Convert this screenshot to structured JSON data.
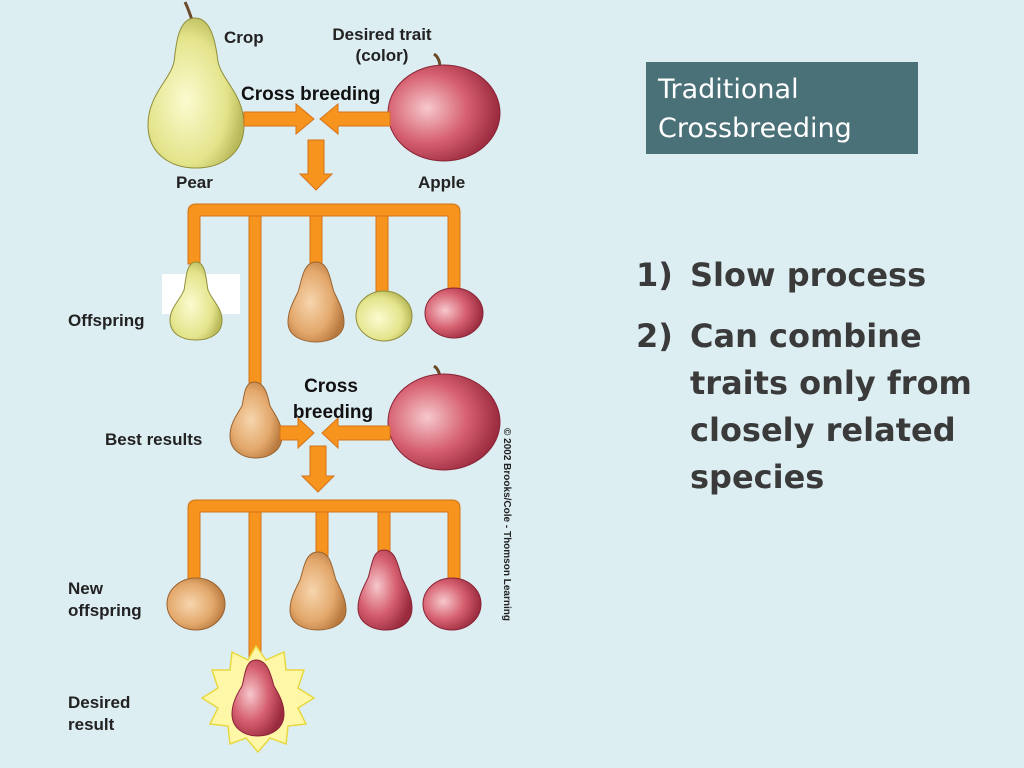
{
  "title": {
    "line1": "Traditional",
    "line2": "Crossbreeding"
  },
  "bullets": [
    {
      "number": "1)",
      "text": "Slow process"
    },
    {
      "number": "2)",
      "text": "Can combine traits only from closely related species"
    }
  ],
  "diagram": {
    "labels": {
      "crop": "Crop",
      "desired_trait_line1": "Desired trait",
      "desired_trait_line2": "(color)",
      "cross_breeding": "Cross breeding",
      "pear": "Pear",
      "apple": "Apple",
      "offspring": "Offspring",
      "best_results": "Best results",
      "cross_breeding2_line1": "Cross",
      "cross_breeding2_line2": "breeding",
      "new_offspring_line1": "New",
      "new_offspring_line2": "offspring",
      "desired_result_line1": "Desired",
      "desired_result_line2": "result"
    },
    "copyright": "© 2002 Brooks/Cole - Thomson Learning"
  },
  "colors": {
    "background": "#ddeef3",
    "title_box": "#4a7078",
    "arrow_orange": "#f7941d",
    "pear_yellow": "#e8e89a",
    "apple_red": "#c8485a",
    "tan": "#e2a66a"
  }
}
